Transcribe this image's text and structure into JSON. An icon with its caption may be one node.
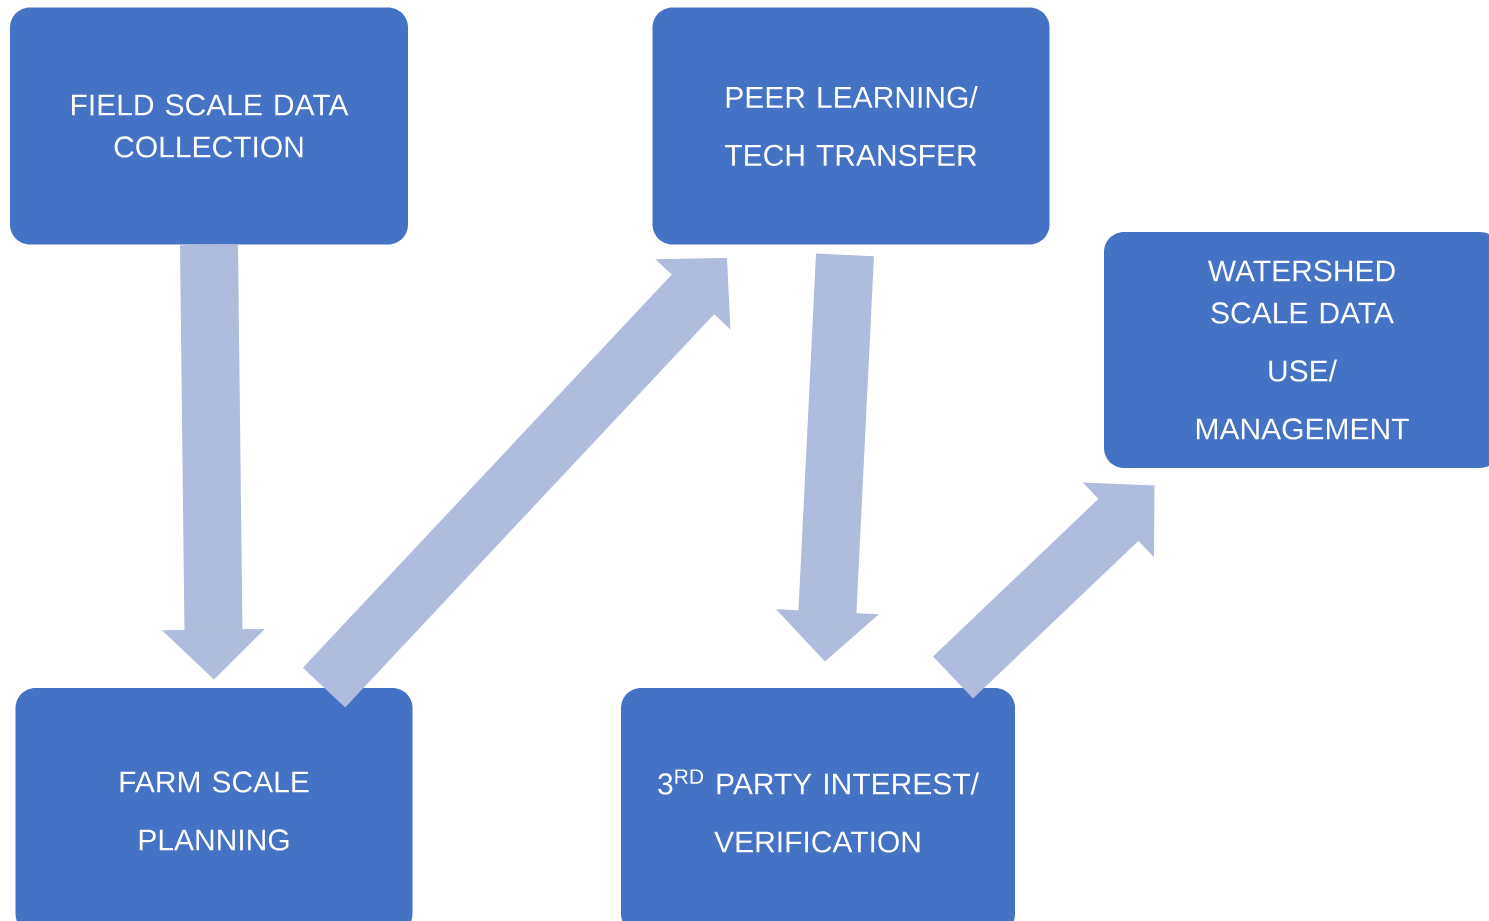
{
  "diagram": {
    "nodes": [
      {
        "text": [
          "FIELD SCALE DATA COLLECTION"
        ]
      },
      {
        "text": [
          "PEER LEARNING/",
          "TECH TRANSFER"
        ]
      },
      {
        "text": [
          "WATERSHED SCALE DATA",
          "USE/",
          "MANAGEMENT"
        ]
      },
      {
        "text": [
          "FARM SCALE",
          "PLANNING"
        ]
      },
      {
        "text": [
          "3$^{RD}$ PARTY INTEREST/",
          "VERIFICATION"
        ]
      }
    ],
    "edges": [
      {
        "from": 0,
        "to": 3,
        "arrow": "to"
      },
      {
        "from": 3,
        "to": 1,
        "arrow": "to"
      },
      {
        "from": 1,
        "to": 4,
        "arrow": "to"
      },
      {
        "from": 4,
        "to": 2,
        "arrow": "to"
      }
    ]
  }
}
